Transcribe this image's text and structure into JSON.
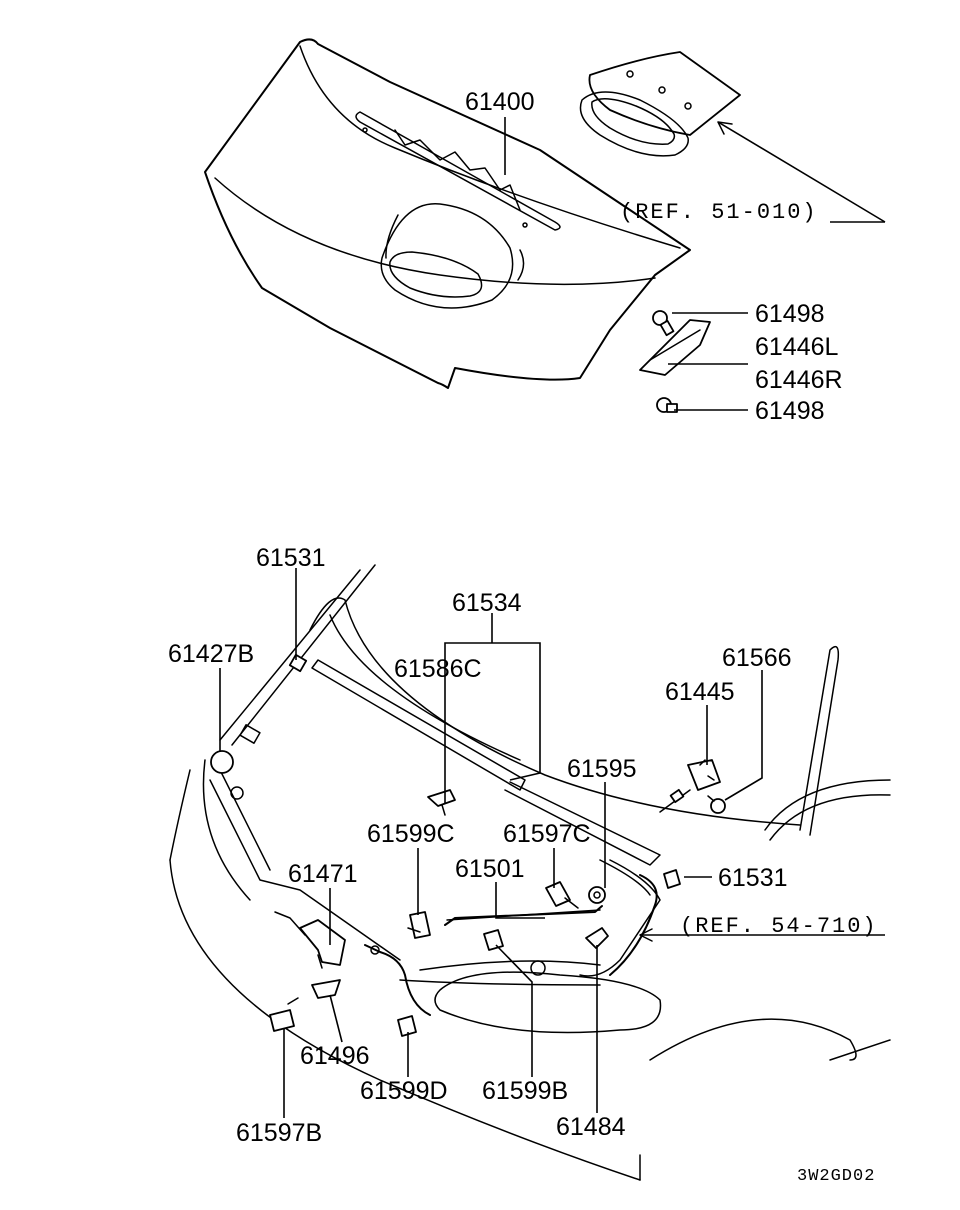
{
  "diagram": {
    "code": "3W2GD02",
    "references": {
      "upper": "(REF. 51-010)",
      "lower": "(REF. 54-710)"
    },
    "labels": {
      "p61400": "61400",
      "p61498_top": "61498",
      "p61446L": "61446L",
      "p61446R": "61446R",
      "p61498_bot": "61498",
      "p61531_top": "61531",
      "p61534": "61534",
      "p61427B": "61427B",
      "p61586C": "61586C",
      "p61566": "61566",
      "p61445": "61445",
      "p61595": "61595",
      "p61599C": "61599C",
      "p61597C": "61597C",
      "p61471": "61471",
      "p61501": "61501",
      "p61531_right": "61531",
      "p61496": "61496",
      "p61599D": "61599D",
      "p61599B": "61599B",
      "p61484": "61484",
      "p61597B": "61597B"
    }
  }
}
